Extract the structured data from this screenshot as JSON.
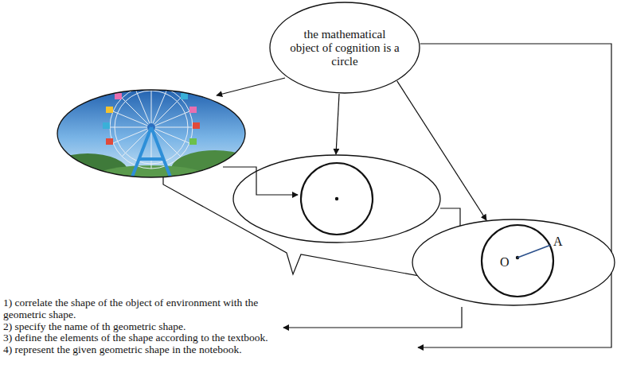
{
  "diagram": {
    "nodes": [
      {
        "text": [
          "the mathematical object of cognition is a circle"
        ]
      },
      {
        "text": [
          "O",
          "A"
        ]
      }
    ],
    "edges": [
      {
        "from": 0,
        "to": 1,
        "arrow": "to"
      }
    ],
    "labels": [
      "1) correlate the shape of the object of environment with the geometric shape.",
      "2) specify the name of th geometric shape.",
      "3) define the elements of the shape according to the textbook.",
      "4) represent the given geometric shape in the notebook."
    ]
  }
}
